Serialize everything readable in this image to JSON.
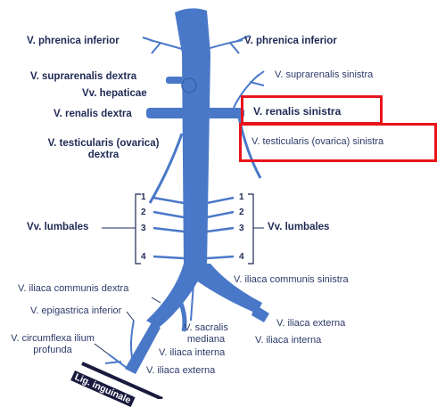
{
  "labels": {
    "phrenica_inf_left": "V. phrenica inferior",
    "phrenica_inf_right": "V. phrenica inferior",
    "suprarenalis_dextra": "V. suprarenalis dextra",
    "suprarenalis_sinistra": "V. suprarenalis sinistra",
    "hepaticae": "Vv. hepaticae",
    "renalis_dextra": "V. renalis dextra",
    "renalis_sinistra": "V. renalis sinistra",
    "testicularis_dextra_1": "V. testicularis (ovarica)",
    "testicularis_dextra_2": "dextra",
    "testicularis_sinistra": "V. testicularis (ovarica) sinistra",
    "lumbales_left": "Vv. lumbales",
    "lumbales_right": "Vv. lumbales",
    "iliaca_communis_dextra": "V. iliaca communis dextra",
    "iliaca_communis_sinistra": "V. iliaca communis sinistra",
    "epigastrica_inferior": "V. epigastrica inferior",
    "circumflexa_1": "V. circumflexa ilium",
    "circumflexa_2": "profunda",
    "sacralis_1": "V. sacralis",
    "sacralis_2": "mediana",
    "iliaca_interna_center": "V. iliaca interna",
    "iliaca_externa_center": "V. iliaca externa",
    "iliaca_externa_right": "V. iliaca externa",
    "iliaca_interna_right": "V. iliaca interna",
    "lig_inguinale": "Lig. inguinale"
  },
  "lumbar_numbers_left": [
    "1",
    "2",
    "3",
    "4"
  ],
  "lumbar_numbers_right": [
    "1",
    "2",
    "3",
    "4"
  ],
  "colors": {
    "vein": "#4a78c8",
    "vein_dark": "#3a62aa",
    "highlight": "#e8141c",
    "text": "#1f2a55",
    "ligament": "#1a1a40"
  }
}
